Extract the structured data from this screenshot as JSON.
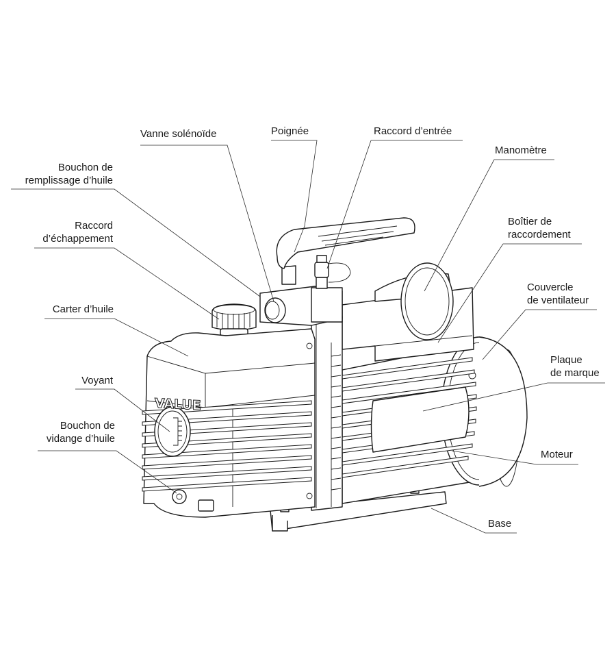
{
  "title": "Pompe à vide — nomenclature",
  "brand_logo_text": "VALUE",
  "labels": {
    "vanne_solenoide": [
      "Vanne solénoïde"
    ],
    "poignee": [
      "Poignée"
    ],
    "raccord_entree": [
      "Raccord d’entrée"
    ],
    "manometre": [
      "Manomètre"
    ],
    "bouchon_remplissage": [
      "Bouchon de",
      "remplissage d’huile"
    ],
    "raccord_echappement": [
      "Raccord",
      "d’échappement"
    ],
    "boitier_raccordement": [
      "Boîtier de",
      "raccordement"
    ],
    "carter_huile": [
      "Carter d’huile"
    ],
    "couvercle_ventilateur": [
      "Couvercle",
      "de ventilateur"
    ],
    "plaque_marque": [
      "Plaque",
      "de marque"
    ],
    "voyant": [
      "Voyant"
    ],
    "bouchon_vidange": [
      "Bouchon de",
      "vidange d’huile"
    ],
    "moteur": [
      "Moteur"
    ],
    "base": [
      "Base"
    ]
  },
  "colors": {
    "line": "#1a1a1a",
    "background": "#ffffff"
  }
}
